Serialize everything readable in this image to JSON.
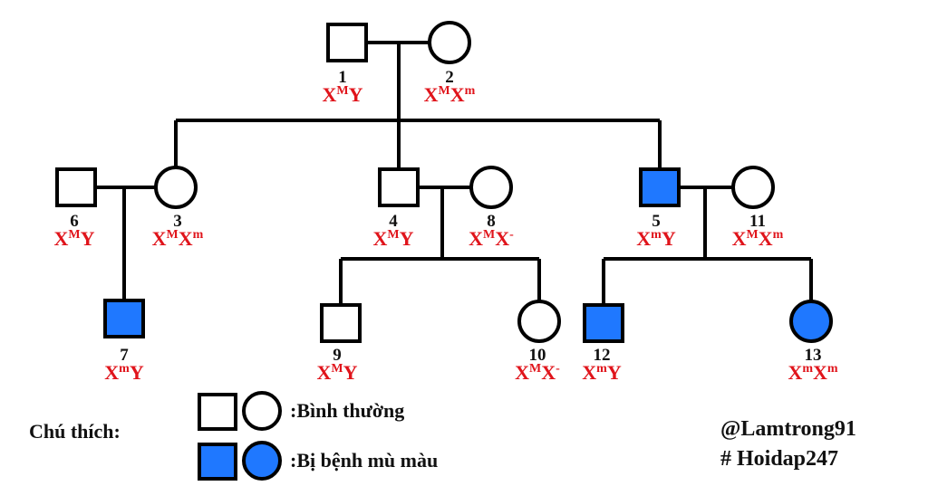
{
  "colors": {
    "affected": "#1f78ff",
    "normal": "#ffffff",
    "line": "#000000",
    "genotype_text": "#e0141b"
  },
  "individuals": [
    {
      "id": "1",
      "sex": "male",
      "affected": false,
      "genotype": [
        {
          "t": "X"
        },
        {
          "s": "M"
        },
        {
          "t": "Y"
        }
      ]
    },
    {
      "id": "2",
      "sex": "female",
      "affected": false,
      "genotype": [
        {
          "t": "X"
        },
        {
          "s": "M"
        },
        {
          "t": "X"
        },
        {
          "s": "m"
        }
      ]
    },
    {
      "id": "6",
      "sex": "male",
      "affected": false,
      "genotype": [
        {
          "t": "X"
        },
        {
          "s": "M"
        },
        {
          "t": "Y"
        }
      ]
    },
    {
      "id": "3",
      "sex": "female",
      "affected": false,
      "genotype": [
        {
          "t": "X"
        },
        {
          "s": "M"
        },
        {
          "t": "X"
        },
        {
          "s": "m"
        }
      ]
    },
    {
      "id": "4",
      "sex": "male",
      "affected": false,
      "genotype": [
        {
          "t": "X"
        },
        {
          "s": "M"
        },
        {
          "t": "Y"
        }
      ]
    },
    {
      "id": "8",
      "sex": "female",
      "affected": false,
      "genotype": [
        {
          "t": "X"
        },
        {
          "s": "M"
        },
        {
          "t": "X"
        },
        {
          "s": "-"
        }
      ]
    },
    {
      "id": "5",
      "sex": "male",
      "affected": true,
      "genotype": [
        {
          "t": "X"
        },
        {
          "s": "m"
        },
        {
          "t": "Y"
        }
      ]
    },
    {
      "id": "11",
      "sex": "female",
      "affected": false,
      "genotype": [
        {
          "t": "X"
        },
        {
          "s": "M"
        },
        {
          "t": "X"
        },
        {
          "s": "m"
        }
      ]
    },
    {
      "id": "7",
      "sex": "male",
      "affected": true,
      "genotype": [
        {
          "t": "X"
        },
        {
          "s": "m"
        },
        {
          "t": "Y"
        }
      ]
    },
    {
      "id": "9",
      "sex": "male",
      "affected": false,
      "genotype": [
        {
          "t": "X"
        },
        {
          "s": "M"
        },
        {
          "t": "Y"
        }
      ]
    },
    {
      "id": "10",
      "sex": "female",
      "affected": false,
      "genotype": [
        {
          "t": "X"
        },
        {
          "s": "M"
        },
        {
          "t": "X"
        },
        {
          "s": "-"
        }
      ]
    },
    {
      "id": "12",
      "sex": "male",
      "affected": true,
      "genotype": [
        {
          "t": "X"
        },
        {
          "s": "m"
        },
        {
          "t": "Y"
        }
      ]
    },
    {
      "id": "13",
      "sex": "female",
      "affected": true,
      "genotype": [
        {
          "t": "X"
        },
        {
          "s": "m"
        },
        {
          "t": "X"
        },
        {
          "s": "m"
        }
      ]
    }
  ],
  "legend": {
    "title": "Chú thích:",
    "normal_label": ":Bình thường",
    "affected_label": ":Bị bệnh mù màu"
  },
  "credit": {
    "line1": "@Lamtrong91",
    "line2": "# Hoidap247"
  }
}
